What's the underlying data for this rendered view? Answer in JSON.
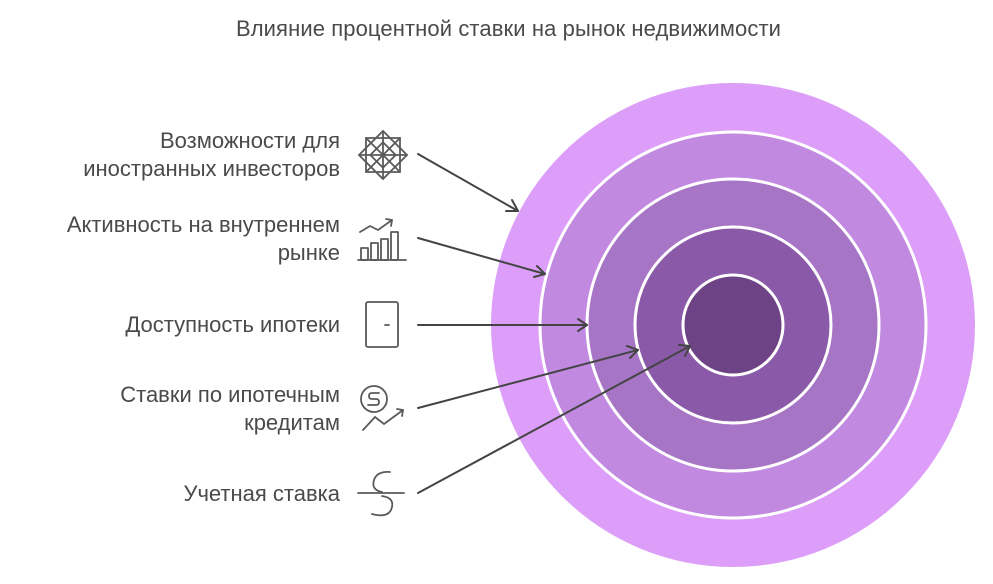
{
  "title": "Влияние процентной ставки на рынок недвижимости",
  "colors": {
    "ring_outer": "#dc9ef9",
    "ring_2": "#c189e0",
    "ring_3": "#a775c6",
    "ring_4": "#8a5aa9",
    "ring_core": "#6d4385",
    "separator": "#ffffff",
    "arrow": "#444444",
    "icon": "#5a5a5a",
    "text": "#4a4a4a"
  },
  "items": [
    {
      "lines": [
        "Возможности для",
        "иностранных инвесторов"
      ],
      "icon": "star-lattice-icon"
    },
    {
      "lines": [
        "Активность на внутреннем",
        "рынке"
      ],
      "icon": "rising-bar-chart-icon"
    },
    {
      "lines": [
        "Доступность ипотеки"
      ],
      "icon": "door-icon"
    },
    {
      "lines": [
        "Ставки по ипотечным",
        "кредитам"
      ],
      "icon": "currency-trend-icon"
    },
    {
      "lines": [
        "Учетная ставка"
      ],
      "icon": "curved-rate-icon"
    }
  ]
}
